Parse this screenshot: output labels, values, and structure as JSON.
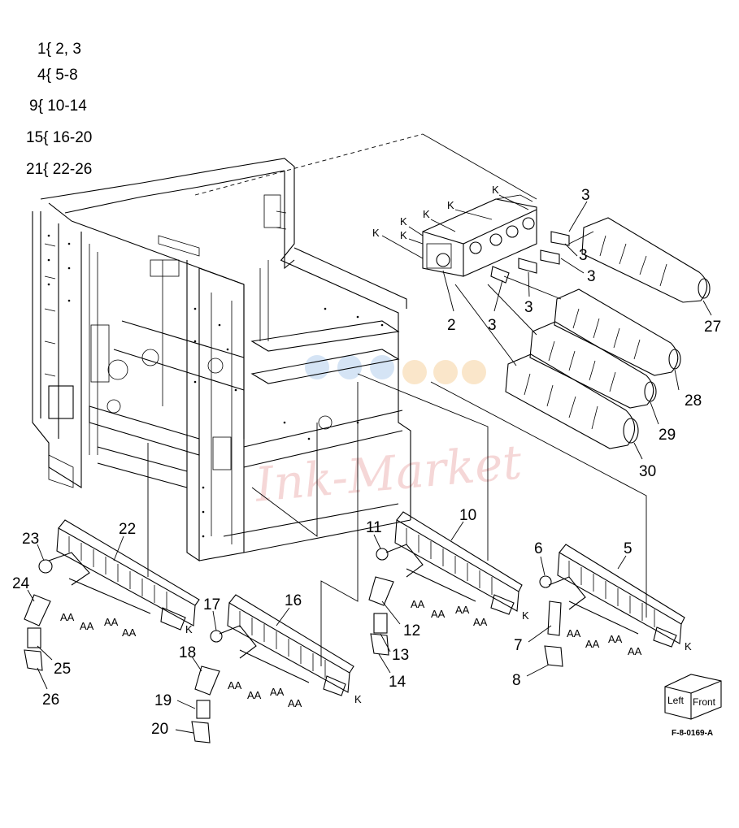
{
  "legend": [
    {
      "group": "1{",
      "range": " 2, 3"
    },
    {
      "group": "4{",
      "range": " 5-8"
    },
    {
      "group": "9{",
      "range": " 10-14"
    },
    {
      "group": "15{",
      "range": " 16-20"
    },
    {
      "group": "21{",
      "range": " 22-26"
    }
  ],
  "watermark": "Ink-Market",
  "figure_id": "F-8-0169-A",
  "orientation_box": {
    "left": "Left",
    "front": "Front"
  },
  "callouts": {
    "n2": "2",
    "n3a": "3",
    "n3b": "3",
    "n3c": "3",
    "n3d": "3",
    "n3e": "3",
    "n5": "5",
    "n6": "6",
    "n7": "7",
    "n8": "8",
    "n10": "10",
    "n11": "11",
    "n12": "12",
    "n13": "13",
    "n14": "14",
    "n16": "16",
    "n17": "17",
    "n18": "18",
    "n19": "19",
    "n20": "20",
    "n22": "22",
    "n23": "23",
    "n24": "24",
    "n25": "25",
    "n26": "26",
    "n27": "27",
    "n28": "28",
    "n29": "29",
    "n30": "30"
  },
  "k_label": "K",
  "aa_label": "AA"
}
